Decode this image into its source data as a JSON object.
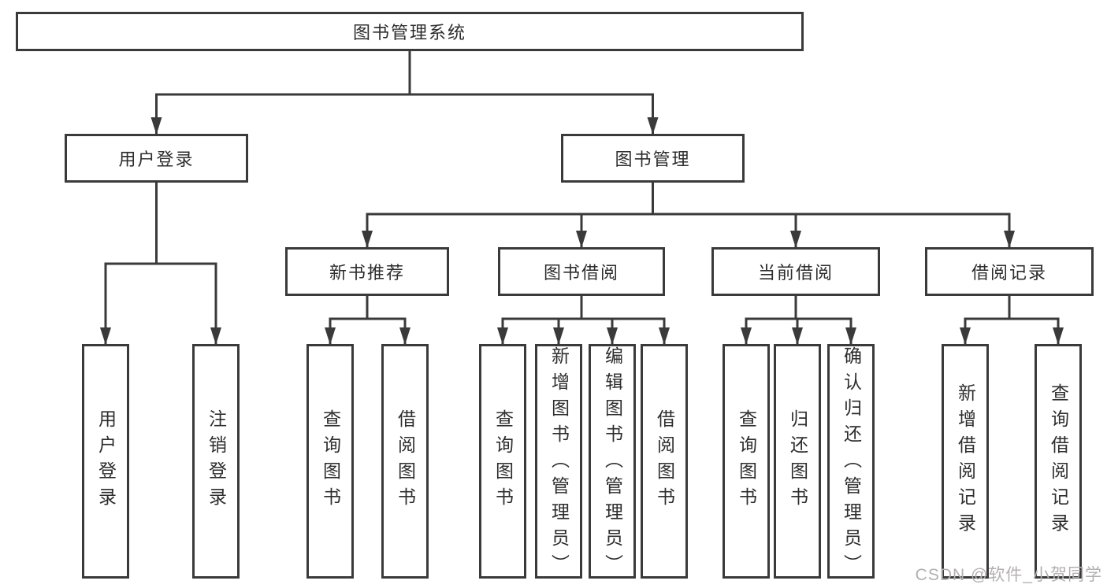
{
  "tree": {
    "root": {
      "label": "图书管理系统"
    },
    "level2": {
      "user_login": {
        "label": "用户登录"
      },
      "book_mgmt": {
        "label": "图书管理"
      }
    },
    "level3": {
      "new_book": {
        "label": "新书推荐"
      },
      "borrow": {
        "label": "图书借阅"
      },
      "current": {
        "label": "当前借阅"
      },
      "records": {
        "label": "借阅记录"
      }
    },
    "leaves": {
      "user_login": [
        "用户登录",
        "注销登录"
      ],
      "new_book": [
        "查询图书",
        "借阅图书"
      ],
      "borrow": [
        "查询图书",
        "新增图书（管理员）",
        "编辑图书（管理员）",
        "借阅图书"
      ],
      "current": [
        "查询图书",
        "归还图书",
        "确认归还（管理员）"
      ],
      "records": [
        "新增借阅记录",
        "查询借阅记录"
      ]
    }
  },
  "watermark": "CSDN @软件_小贺同学",
  "colors": {
    "line": "#3a3a3a",
    "text": "#2d2d2d",
    "background": "#ffffff",
    "watermark": "#b3b0b0"
  }
}
